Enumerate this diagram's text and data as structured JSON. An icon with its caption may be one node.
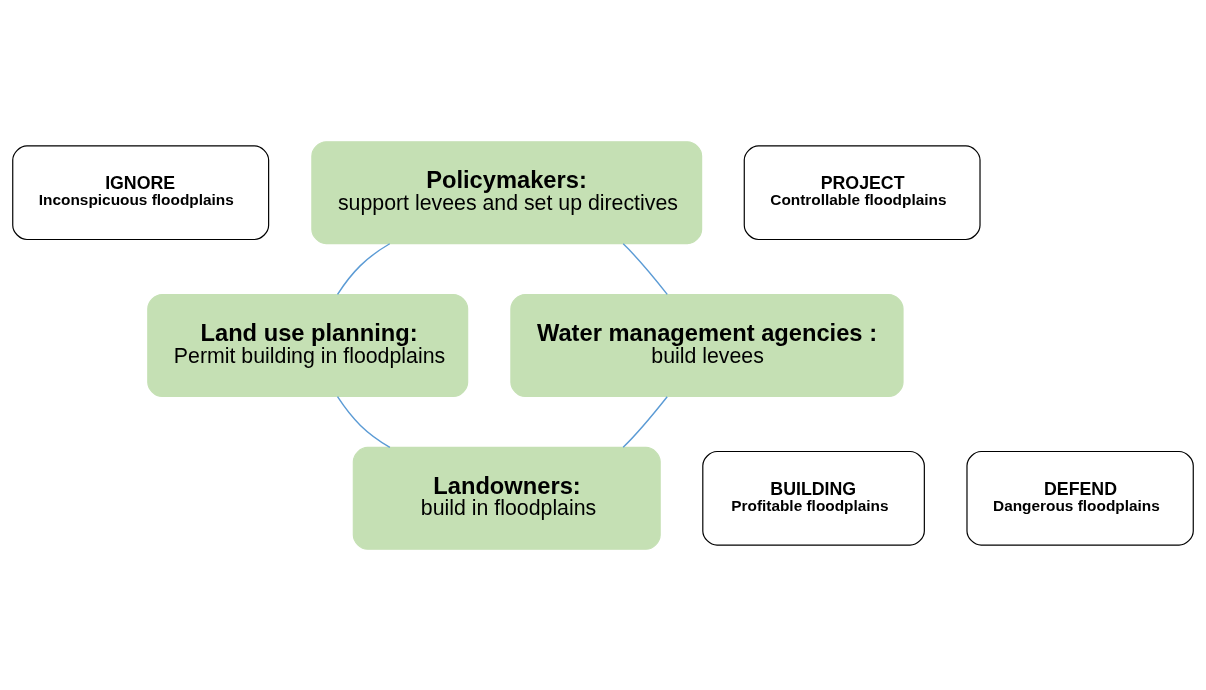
{
  "diagram": {
    "nodes": [
      {
        "text": [
          "IGNORE",
          "Inconspicuous floodplains"
        ]
      },
      {
        "text": [
          "Policymakers:",
          "support levees and set up directives"
        ]
      },
      {
        "text": [
          "PROJECT",
          "Controllable floodplains"
        ]
      },
      {
        "text": [
          "Land use planning:",
          "Permit building in floodplains"
        ]
      },
      {
        "text": [
          "Water management agencies :",
          "build levees"
        ]
      },
      {
        "text": [
          "BUILDING",
          "Profitable floodplains"
        ]
      },
      {
        "text": [
          "Landowners:",
          "build in floodplains"
        ]
      },
      {
        "text": [
          "DEFEND",
          "Dangerous floodplains"
        ]
      }
    ],
    "edges": [
      {
        "from": 1,
        "to": 4,
        "arrow": "none"
      },
      {
        "from": 1,
        "to": 3,
        "arrow": "none"
      },
      {
        "from": 4,
        "to": 6,
        "arrow": "none"
      },
      {
        "from": 3,
        "to": 6,
        "arrow": "none"
      }
    ]
  }
}
